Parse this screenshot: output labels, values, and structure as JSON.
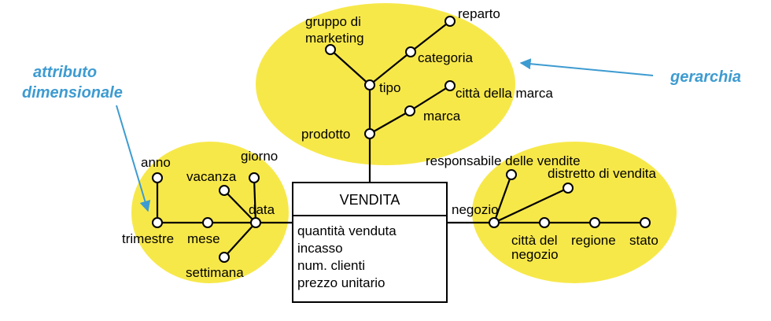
{
  "fact": {
    "name": "VENDITA",
    "measures": [
      "quantità venduta",
      "incasso",
      "num. clienti",
      "prezzo unitario"
    ]
  },
  "annotations": {
    "dimensional_attribute_line1": "attributo",
    "dimensional_attribute_line2": "dimensionale",
    "hierarchy": "gerarchia"
  },
  "attributes": {
    "data": "data",
    "giorno": "giorno",
    "vacanza": "vacanza",
    "mese": "mese",
    "trimestre": "trimestre",
    "anno": "anno",
    "settimana": "settimana",
    "prodotto": "prodotto",
    "tipo": "tipo",
    "gruppo_line1": "gruppo di",
    "gruppo_line2": "marketing",
    "categoria": "categoria",
    "reparto": "reparto",
    "marca": "marca",
    "citta_marca": "città della marca",
    "negozio": "negozio",
    "responsabile": "responsabile delle vendite",
    "distretto": "distretto di vendita",
    "citta_negozio_line1": "città del",
    "citta_negozio_line2": "negozio",
    "regione": "regione",
    "stato": "stato"
  },
  "colors": {
    "hierarchy_fill": "#f7e84a",
    "annotation": "#3d9bd1",
    "line": "#000000"
  }
}
